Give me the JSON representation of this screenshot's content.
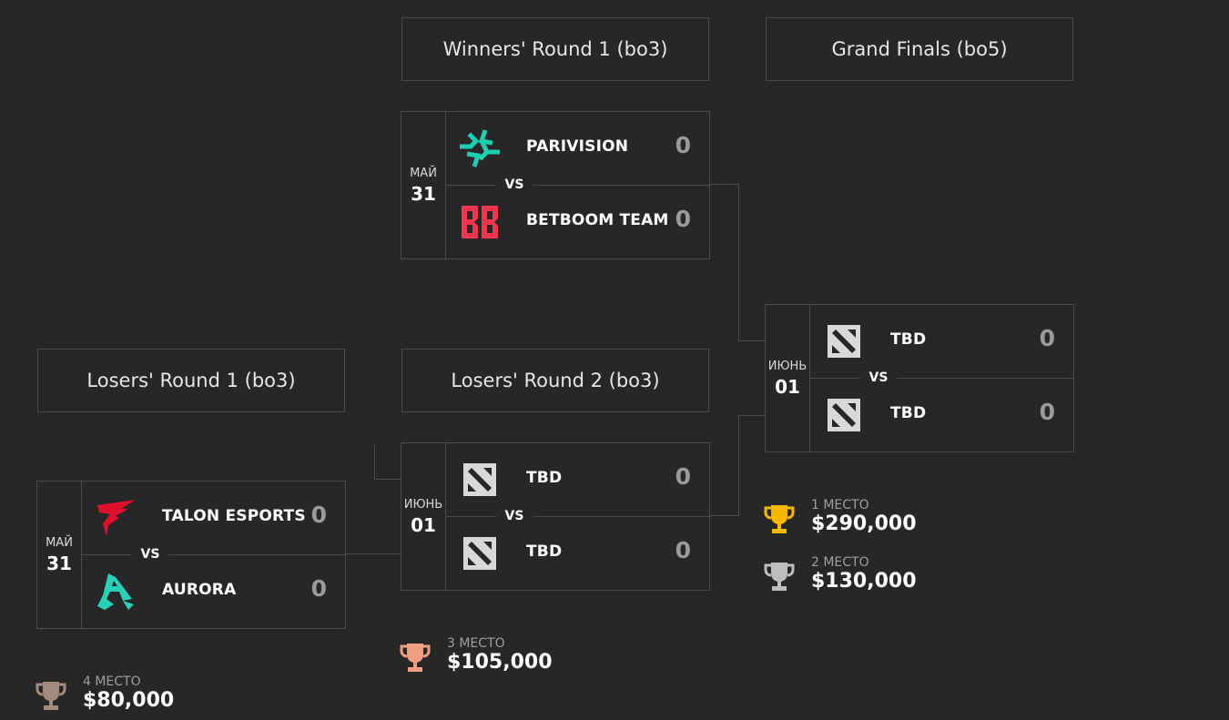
{
  "rounds": {
    "winners_r1": "Winners' Round 1 (bo3)",
    "grand_finals": "Grand Finals (bo5)",
    "losers_r1": "Losers' Round 1 (bo3)",
    "losers_r2": "Losers' Round 2 (bo3)"
  },
  "vs_label": "VS",
  "matches": {
    "wr1": {
      "month": "МАЙ",
      "day": "31",
      "team1": {
        "name": "PARIVISION",
        "score": "0",
        "logo": "parivision-logo"
      },
      "team2": {
        "name": "BETBOOM TEAM",
        "score": "0",
        "logo": "betboom-logo"
      }
    },
    "gf": {
      "month": "ИЮНЬ",
      "day": "01",
      "team1": {
        "name": "TBD",
        "score": "0",
        "logo": "dota-logo"
      },
      "team2": {
        "name": "TBD",
        "score": "0",
        "logo": "dota-logo"
      }
    },
    "lr2": {
      "month": "ИЮНЬ",
      "day": "01",
      "team1": {
        "name": "TBD",
        "score": "0",
        "logo": "dota-logo"
      },
      "team2": {
        "name": "TBD",
        "score": "0",
        "logo": "dota-logo"
      }
    },
    "lr1": {
      "month": "МАЙ",
      "day": "31",
      "team1": {
        "name": "TALON ESPORTS",
        "score": "0",
        "logo": "talon-logo"
      },
      "team2": {
        "name": "AURORA",
        "score": "0",
        "logo": "aurora-logo"
      }
    }
  },
  "prizes": {
    "first": {
      "place": "1 МЕСТО",
      "amount": "$290,000",
      "color": "#f5b800"
    },
    "second": {
      "place": "2 МЕСТО",
      "amount": "$130,000",
      "color": "#bdbdbd"
    },
    "third": {
      "place": "3 МЕСТО",
      "amount": "$105,000",
      "color": "#f0a080"
    },
    "fourth": {
      "place": "4 МЕСТО",
      "amount": "$80,000",
      "color": "#a38a7c"
    }
  },
  "colors": {
    "background": "#272727",
    "border": "#4a4a4a",
    "parivision": "#1ccfb1",
    "betboom": "#f0354c",
    "talon": "#e0102c",
    "aurora": "#27d0b7"
  }
}
